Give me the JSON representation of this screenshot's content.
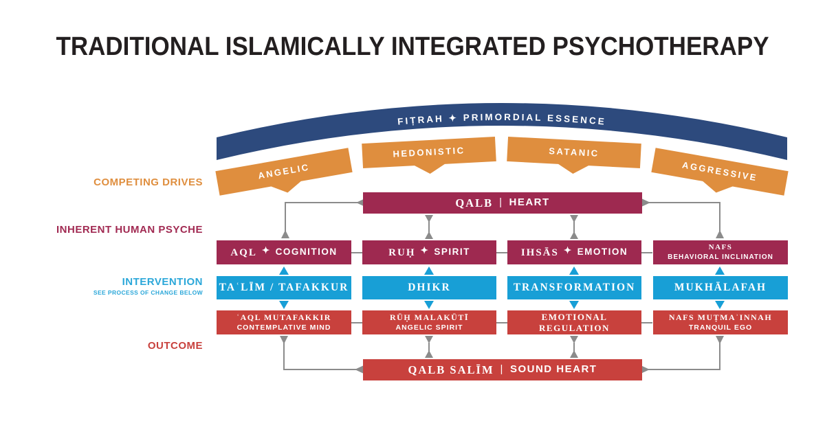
{
  "title": "TRADITIONAL ISLAMICALLY INTEGRATED PSYCHOTHERAPY",
  "arc": {
    "label": "FIṬRAH ✦ PRIMORDIAL ESSENCE"
  },
  "drives": [
    "ANGELIC",
    "HEDONISTIC",
    "SATANIC",
    "AGGRESSIVE"
  ],
  "side_labels": {
    "competing_drives": "COMPETING DRIVES",
    "inherent_human_psyche": "INHERENT HUMAN PSYCHE",
    "intervention": "INTERVENTION",
    "intervention_note": "SEE PROCESS OF CHANGE BELOW",
    "outcome": "OUTCOME"
  },
  "heart_box": {
    "arabic": "QALB",
    "divider": "|",
    "english": "HEART"
  },
  "psyche_row": [
    {
      "arabic": "AQL",
      "separator": "✦",
      "english": "COGNITION"
    },
    {
      "arabic": "RUḤ",
      "separator": "✦",
      "english": "SPIRIT"
    },
    {
      "arabic": "IHSĀS",
      "separator": "✦",
      "english": "EMOTION"
    },
    {
      "line1": "NAFS",
      "line2": "BEHAVIORAL INCLINATION"
    }
  ],
  "intervention_row": [
    "TAʿLĪM / TAFAKKUR",
    "DHIKR",
    "TRANSFORMATION",
    "MUKHĀLAFAH"
  ],
  "outcome_row": [
    {
      "line1": "ʿAQL MUTAFAKKIR",
      "line2": "CONTEMPLATIVE MIND"
    },
    {
      "line1": "RŪḤ MALAKŪTĪ",
      "line2": "ANGELIC SPIRIT"
    },
    {
      "line1": "EMOTIONAL REGULATION"
    },
    {
      "line1": "NAFS MUṬMAʾINNAH",
      "line2": "TRANQUIL EGO"
    }
  ],
  "sound_heart_box": {
    "arabic": "QALB SALĪM",
    "divider": "|",
    "english": "SOUND HEART"
  },
  "colors": {
    "navy_arc": "#2d4a7d",
    "orange_drives": "#df8e3e",
    "maroon_psyche": "#9e2950",
    "blue_intervention": "#189fd6",
    "red_outcome": "#c8413d",
    "connector_gray": "#8b8b8b",
    "title_text": "#231f20"
  }
}
